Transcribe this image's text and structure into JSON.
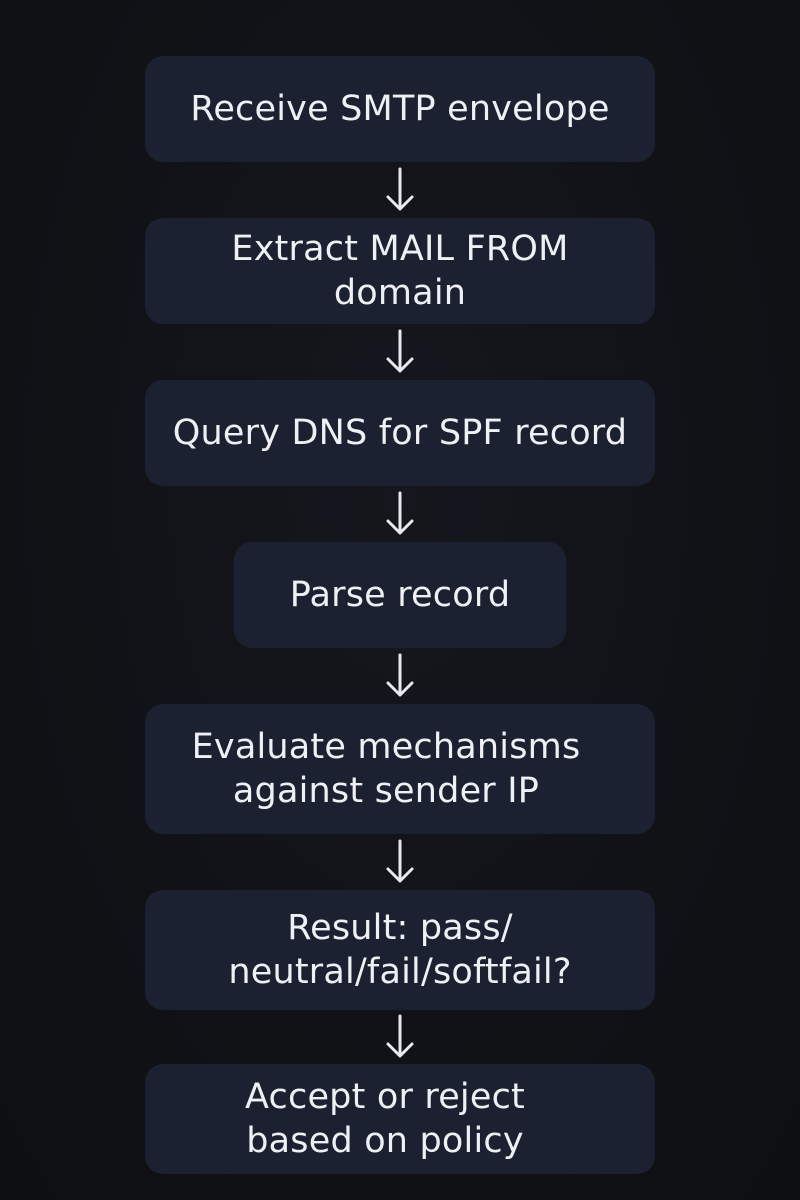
{
  "diagram": {
    "steps": [
      {
        "label": "Receive SMTP envelope"
      },
      {
        "label": "Extract MAIL FROM domain"
      },
      {
        "label": "Query DNS for SPF record"
      },
      {
        "label": "Parse record"
      },
      {
        "label": "Evaluate mechanisms\nagainst sender IP"
      },
      {
        "label": "Result: pass/\nneutral/fail/softfail?"
      },
      {
        "label": "Accept or reject\nbased on policy"
      }
    ],
    "colors": {
      "background": "#101216",
      "box": "#1b2130",
      "text": "#eef0f4",
      "arrow": "#e8eaee"
    },
    "connector_icon": "arrow-down-icon"
  }
}
